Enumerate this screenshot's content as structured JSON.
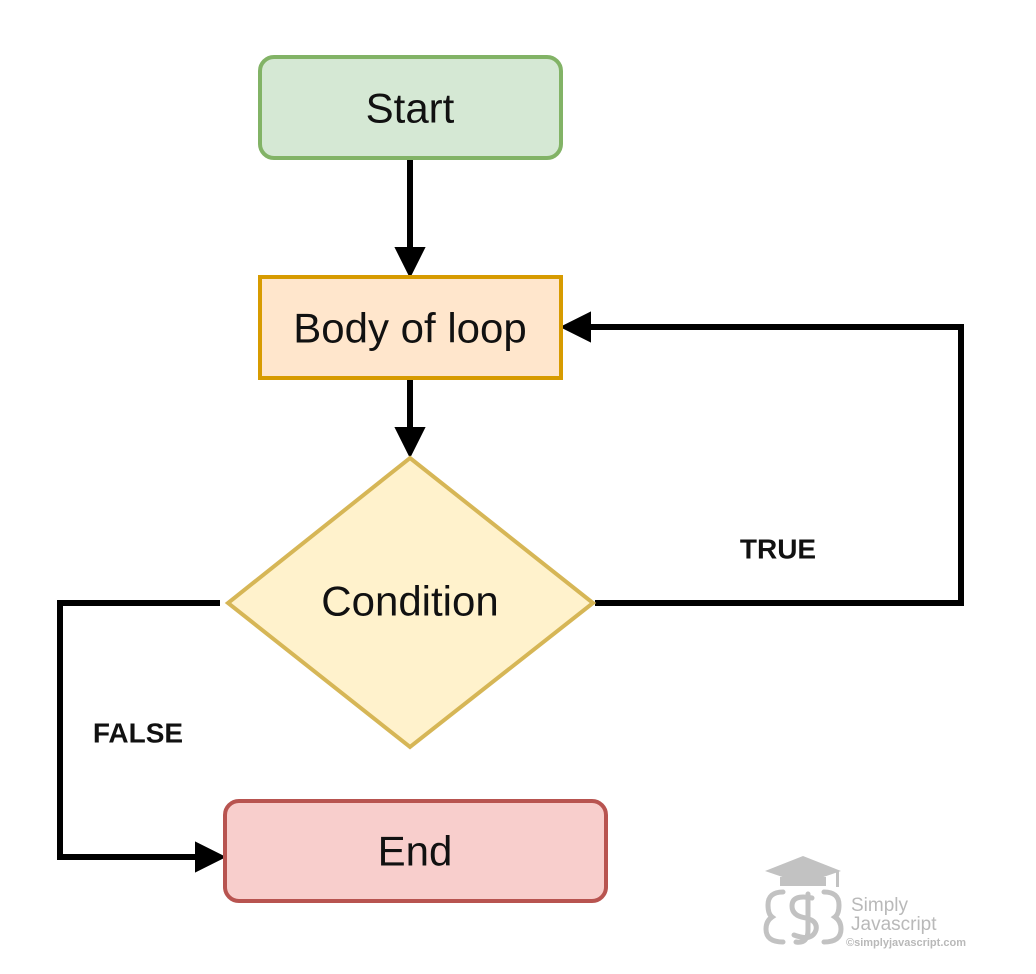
{
  "nodes": {
    "start": {
      "label": "Start",
      "fill": "#d5e8d4",
      "stroke": "#82b366"
    },
    "body": {
      "label": "Body of loop",
      "fill": "#ffe6cc",
      "stroke": "#d79b00"
    },
    "condition": {
      "label": "Condition",
      "fill": "#fff2cc",
      "stroke": "#d6b656"
    },
    "end": {
      "label": "End",
      "fill": "#f8cecc",
      "stroke": "#b85450"
    }
  },
  "edges": {
    "true_label": "TRUE",
    "false_label": "FALSE"
  },
  "watermark": {
    "line1": "Simply",
    "line2": "Javascript",
    "line3": "©simplyjavascript.com"
  }
}
